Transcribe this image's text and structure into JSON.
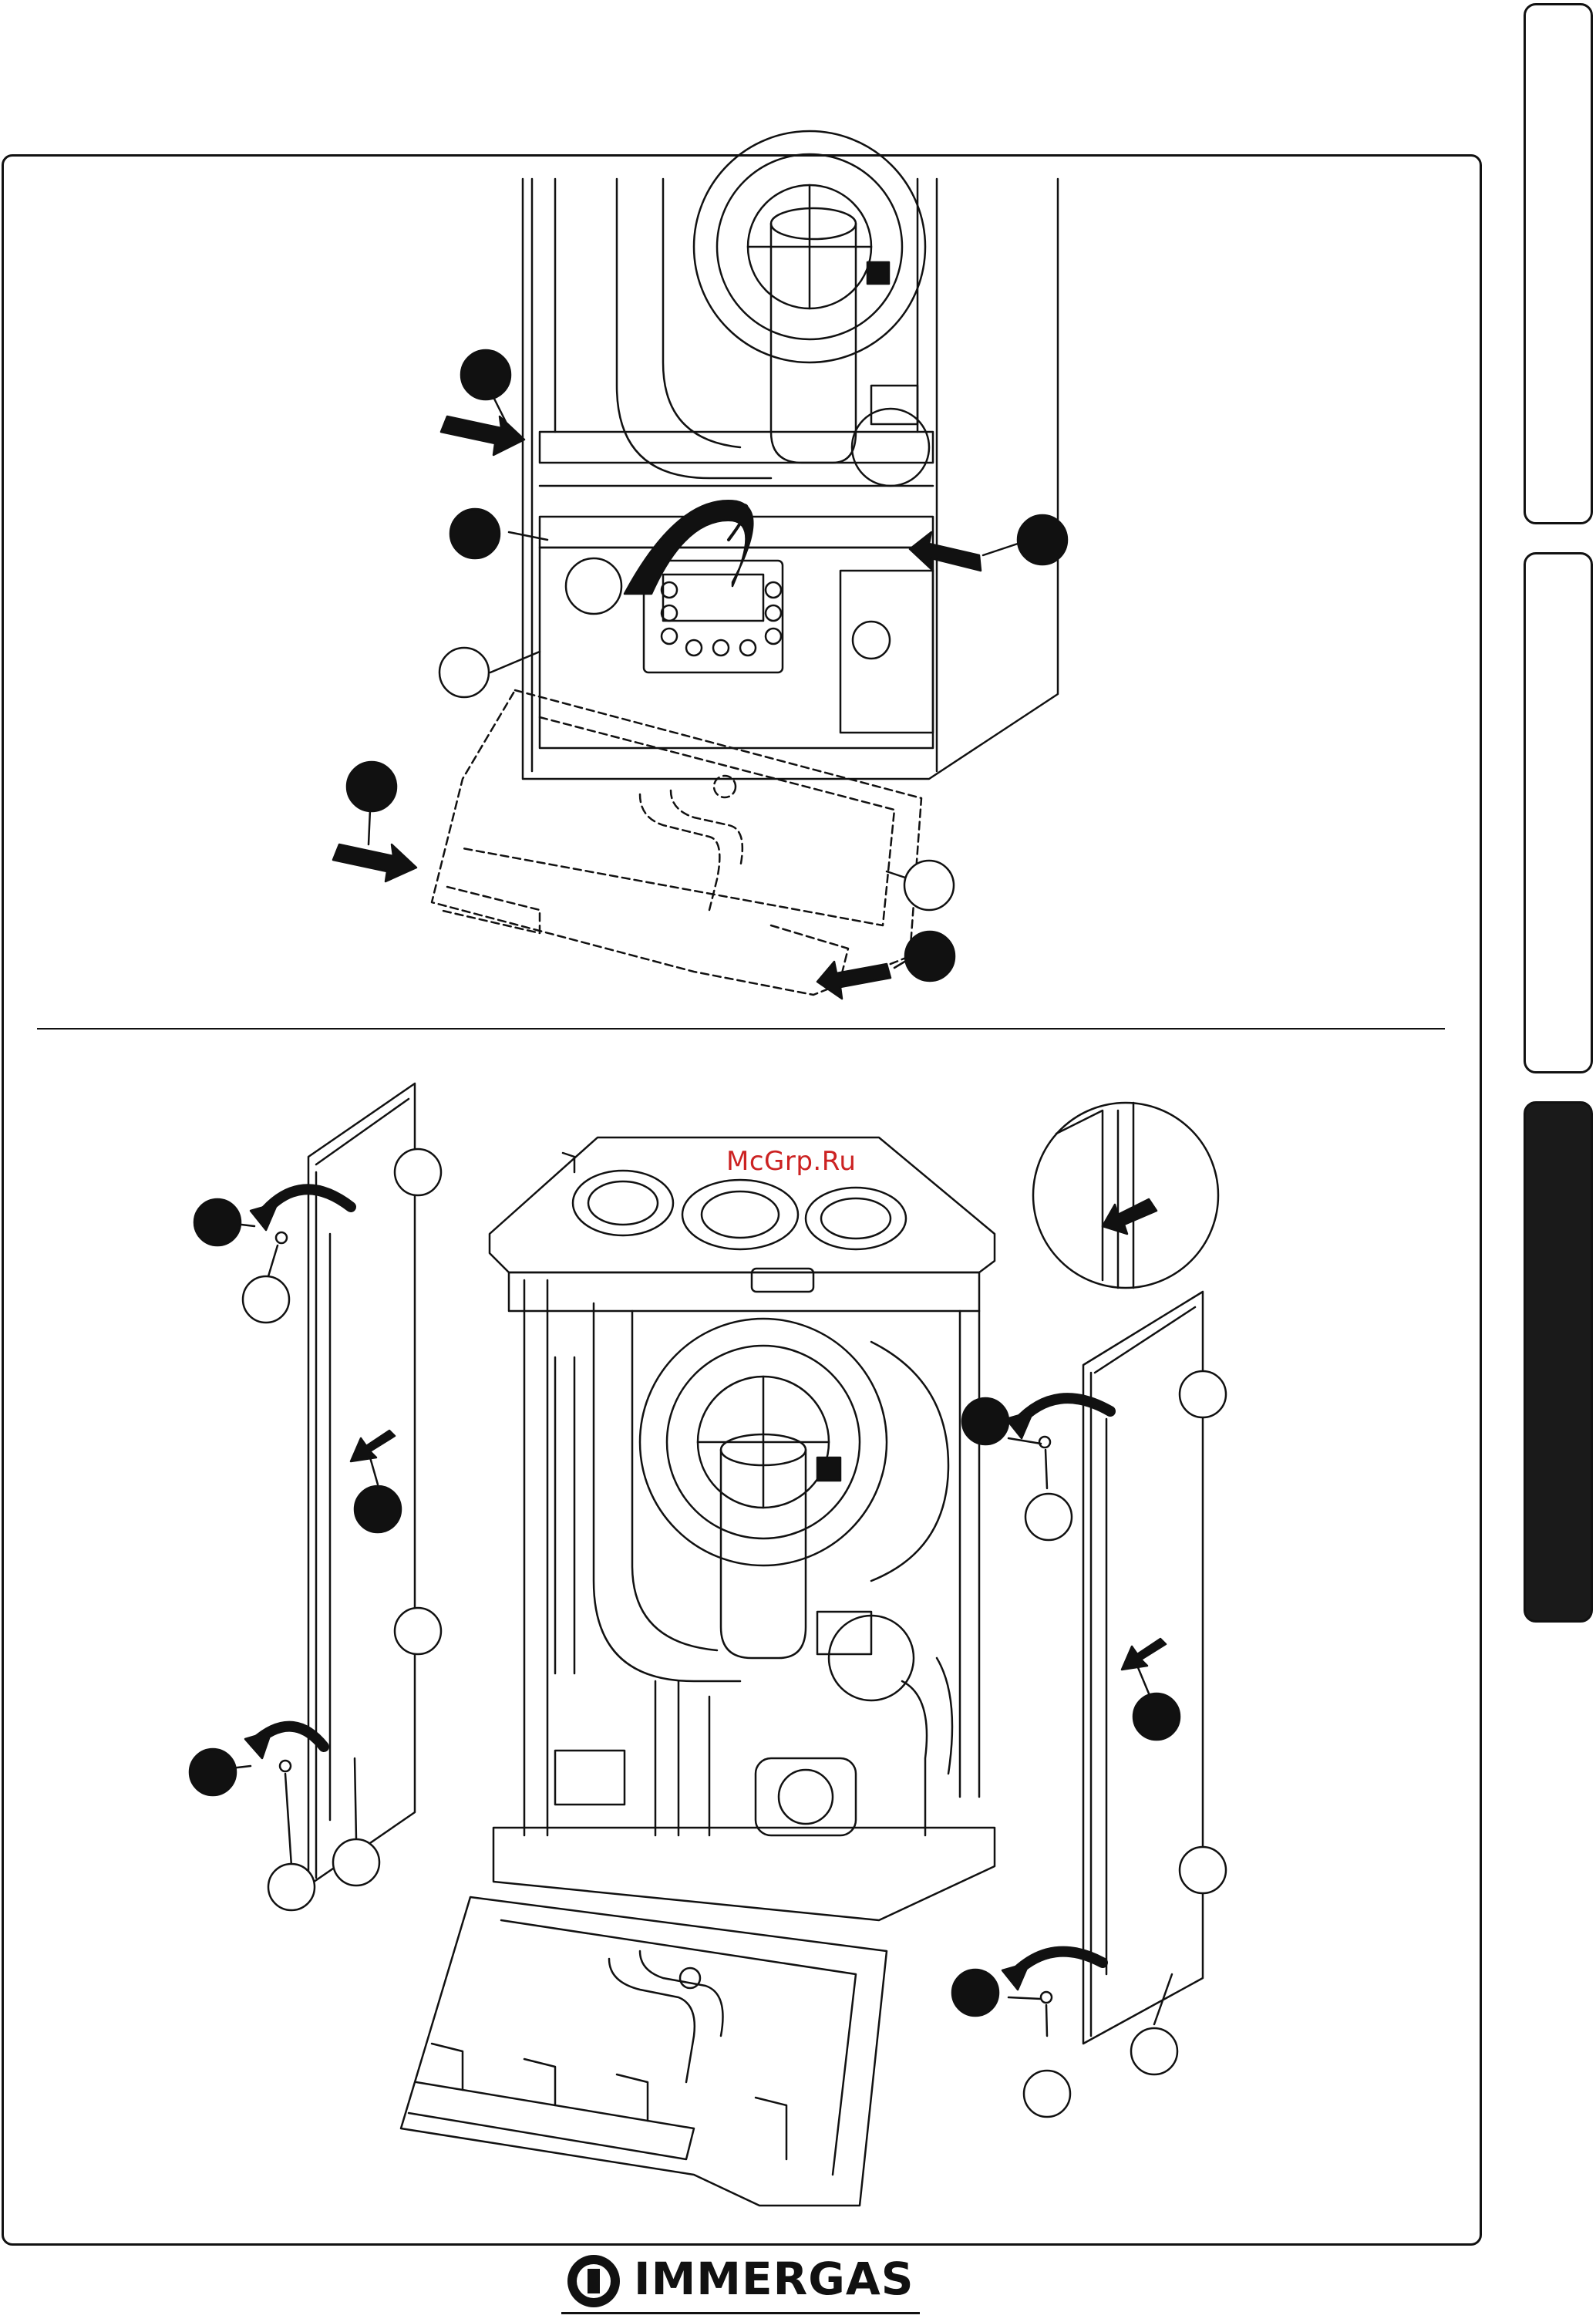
{
  "watermark": {
    "text": "McGrp.Ru"
  },
  "logo": {
    "brand": "IMMERGAS"
  },
  "side_tabs": [
    {
      "name": "tab-1",
      "active": false
    },
    {
      "name": "tab-2",
      "active": false
    },
    {
      "name": "tab-3",
      "active": true
    }
  ],
  "colors": {
    "line": "#111111",
    "watermark": "#cc2222",
    "active_tab": "#1a1a1a"
  }
}
